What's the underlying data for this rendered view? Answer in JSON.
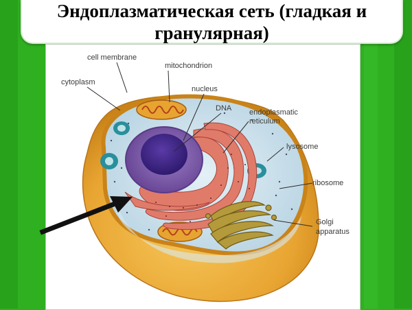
{
  "slide": {
    "title_line1": "Эндоплазматическая сеть (гладкая и",
    "title_line2": "гранулярная)"
  },
  "diagram": {
    "labels": {
      "cell_membrane": "cell membrane",
      "mitochondrion": "mitochondrion",
      "cytoplasm": "cytoplasm",
      "nucleus": "nucleus",
      "dna": "DNA",
      "er_line1": "endoplasmatic",
      "er_line2": "reticulum",
      "lysosome": "lysosome",
      "ribosome": "ribosome",
      "golgi_line1": "Golgi",
      "golgi_line2": "apparatus"
    }
  },
  "colors": {
    "background_green": "#2fb021",
    "membrane_orange": "#e8a431",
    "cytoplasm_blue": "#cde3ee",
    "nucleus_purple": "#7c56ad",
    "er_red": "#e07b6a",
    "golgi_olive": "#b49a3b",
    "lysosome_teal": "#2a8f9c",
    "arrow_black": "#111111"
  }
}
